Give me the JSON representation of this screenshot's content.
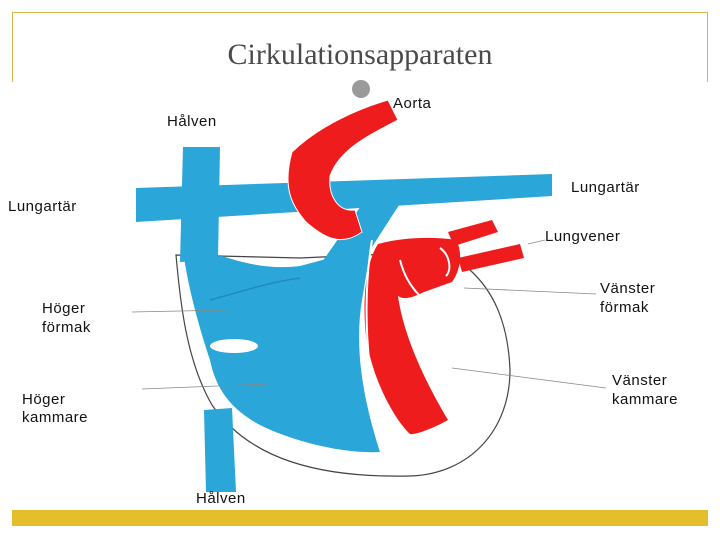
{
  "slide": {
    "title": "Cirkulationsapparaten"
  },
  "colors": {
    "oxygen_poor": "#2aa6d8",
    "oxygen_rich": "#ee1c1c",
    "frame": "#d4b84a",
    "bottom_bar": "#e5bf2b"
  },
  "labels": {
    "aorta": "Aorta",
    "halven_top": "Hålven",
    "lungartar_left": "Lungartär",
    "lungartar_right": "Lungartär",
    "lungvener": "Lungvener",
    "hoger_formak_1": "Höger",
    "hoger_formak_2": "förmak",
    "vanster_formak_1": "Vänster",
    "vanster_formak_2": "förmak",
    "hoger_kammare_1": "Höger",
    "hoger_kammare_2": "kammare",
    "vanster_kammare_1": "Vänster",
    "vanster_kammare_2": "kammare",
    "halven_bottom": "Hålven"
  }
}
